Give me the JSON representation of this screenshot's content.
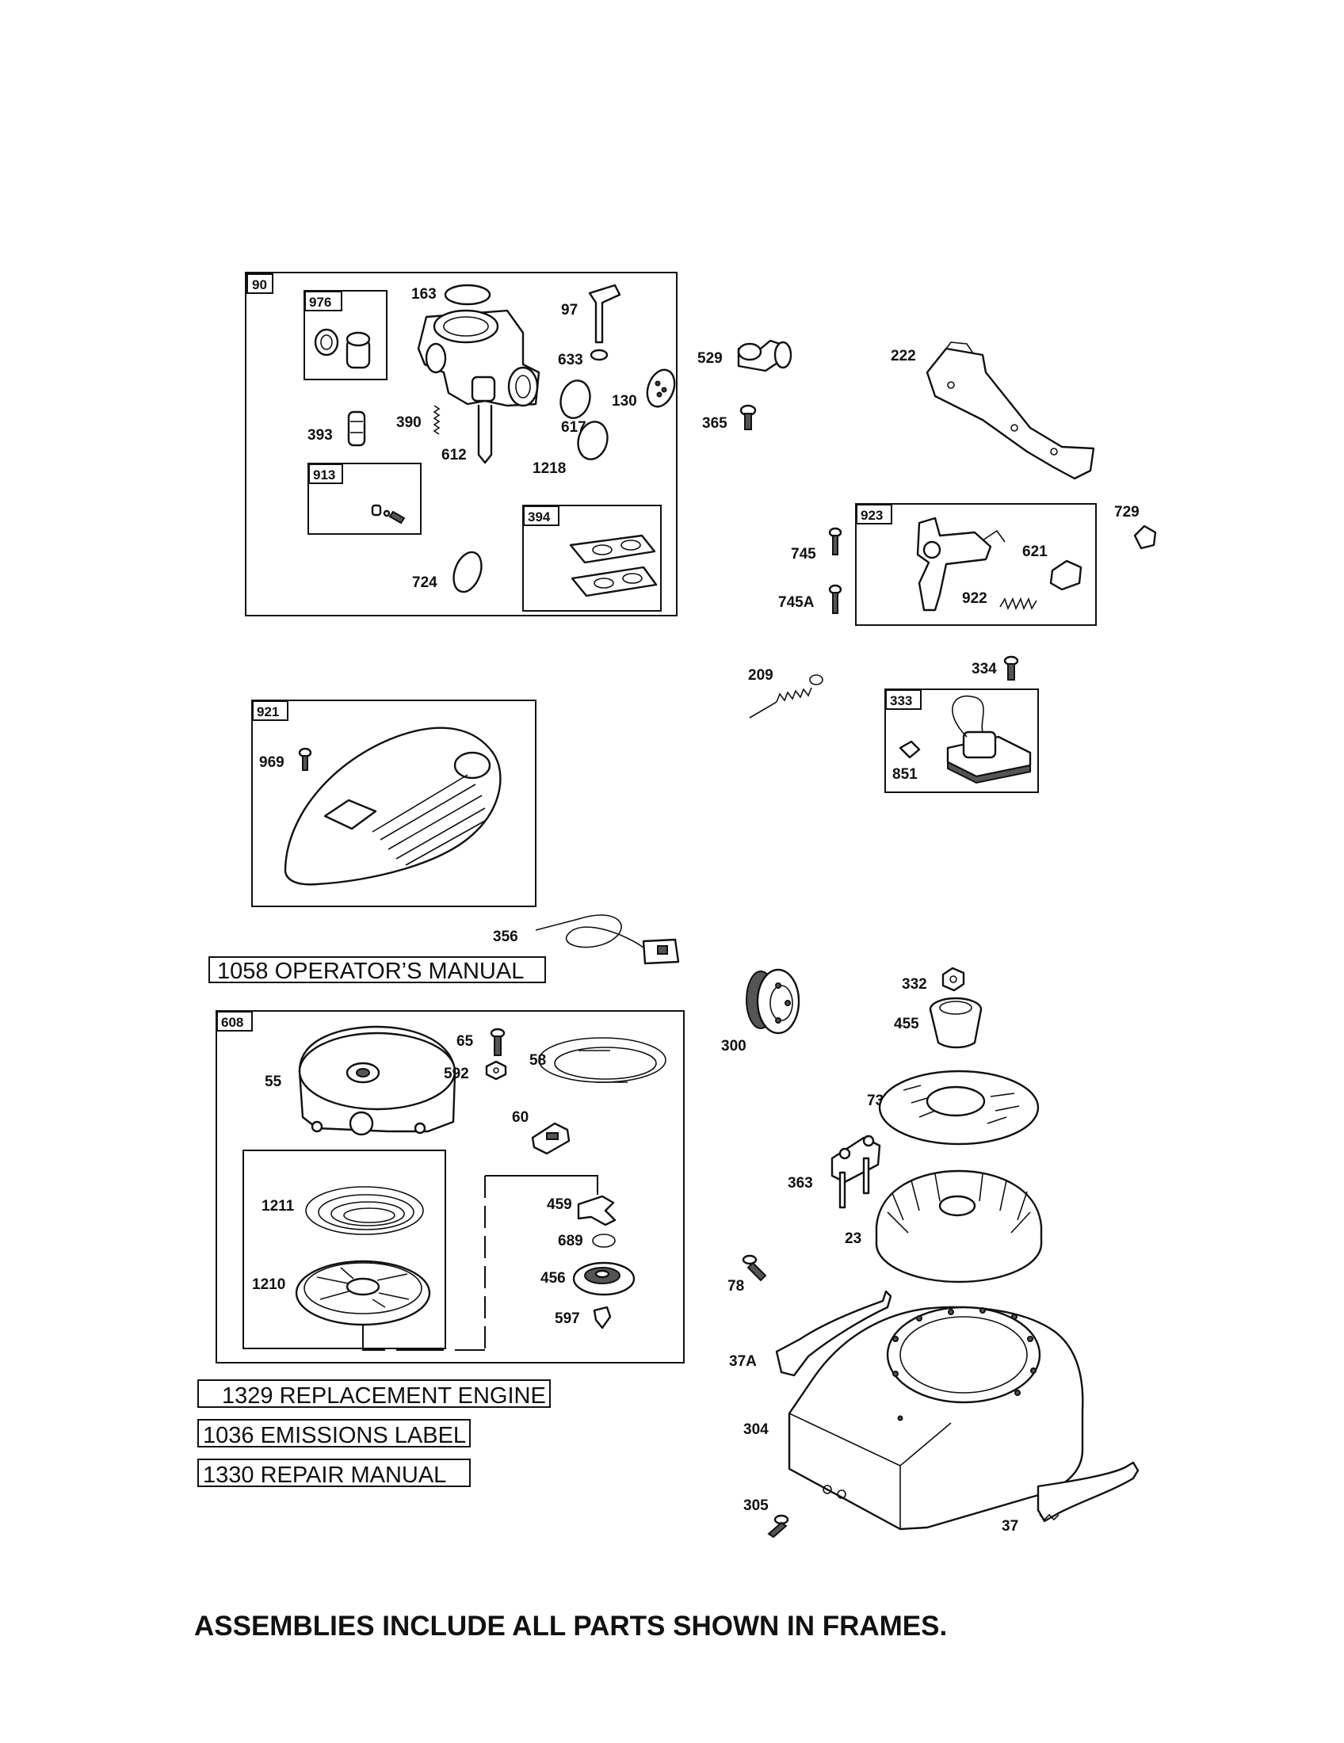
{
  "frames": {
    "f90": "90",
    "f976": "976",
    "f913": "913",
    "f394": "394",
    "f923": "923",
    "f333": "333",
    "f921": "921",
    "f608": "608"
  },
  "callouts": {
    "p163": "163",
    "p97": "97",
    "p633": "633",
    "p130": "130",
    "p393": "393",
    "p390": "390",
    "p617": "617",
    "p612": "612",
    "p1218": "1218",
    "p724": "724",
    "p529": "529",
    "p365": "365",
    "p222": "222",
    "p745": "745",
    "p745A": "745A",
    "p729": "729",
    "p621": "621",
    "p922": "922",
    "p209": "209",
    "p334": "334",
    "p851": "851",
    "p969": "969",
    "p356": "356",
    "p65": "65",
    "p592": "592",
    "p58": "58",
    "p55": "55",
    "p60": "60",
    "p1211": "1211",
    "p459": "459",
    "p689": "689",
    "p456": "456",
    "p1210": "1210",
    "p597": "597",
    "p300": "300",
    "p332": "332",
    "p455": "455",
    "p73": "73",
    "p363": "363",
    "p23": "23",
    "p78": "78",
    "p37A": "37A",
    "p304": "304",
    "p305": "305",
    "p37": "37"
  },
  "kits": {
    "operators_manual": "1058 OPERATOR’S MANUAL",
    "replacement_engine": "1329 REPLACEMENT ENGINE",
    "emissions_label": "1036 EMISSIONS LABEL",
    "repair_manual": "1330 REPAIR MANUAL"
  },
  "footer": "ASSEMBLIES INCLUDE ALL PARTS SHOWN IN FRAMES."
}
